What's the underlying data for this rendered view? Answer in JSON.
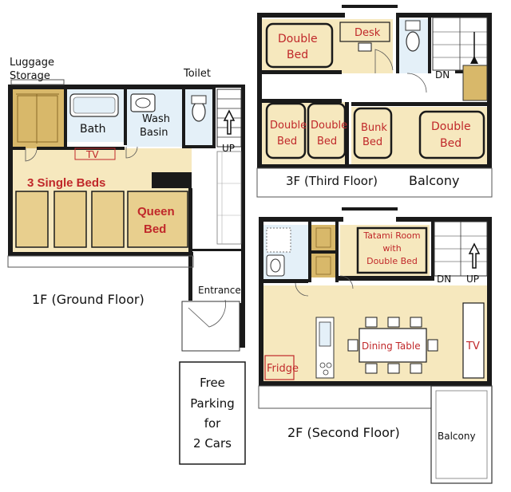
{
  "floors": {
    "ground": {
      "title": "1F (Ground Floor)",
      "luggage_line1": "Luggage",
      "luggage_line2": "Storage",
      "toilet": "Toilet",
      "bath": "Bath",
      "wash_line1": "Wash",
      "wash_line2": "Basin",
      "tv": "TV",
      "single_beds": "3 Single Beds",
      "queen_line1": "Queen",
      "queen_line2": "Bed",
      "up": "UP",
      "entrance": "Entrance"
    },
    "second": {
      "title": "2F (Second Floor)",
      "tatami_line1": "Tatami Room",
      "tatami_line2": "with",
      "tatami_line3": "Double Bed",
      "dn": "DN",
      "up": "UP",
      "dining": "Dining Table",
      "tv": "TV",
      "fridge": "Fridge",
      "balcony": "Balcony"
    },
    "third": {
      "title": "3F (Third Floor)",
      "balcony": "Balcony",
      "double_bed_line1": "Double",
      "double_bed_line2": "Bed",
      "desk": "Desk",
      "bunk_line1": "Bunk",
      "bunk_line2": "Bed",
      "dn": "DN"
    }
  },
  "parking": {
    "line1": "Free",
    "line2": "Parking",
    "line3": "for",
    "line4": "2 Cars"
  },
  "colors": {
    "wall": "#1a1a1a",
    "floor_wood": "#f6e8be",
    "wet_area": "#e4f0f8",
    "closet": "#d8b86a",
    "label_red": "#c0282a"
  }
}
